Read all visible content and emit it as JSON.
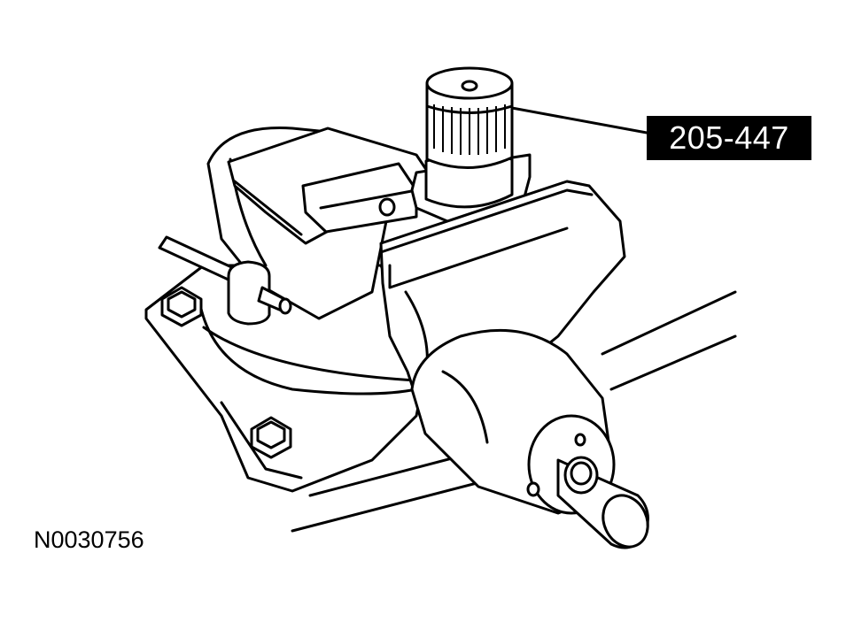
{
  "figure": {
    "tool_number": "205-447",
    "figure_id": "N0030756",
    "subject": "bench vise clamping special tool"
  },
  "colors": {
    "line": "#000000",
    "background": "#ffffff",
    "label_fill": "#000000",
    "label_text": "#ffffff"
  }
}
